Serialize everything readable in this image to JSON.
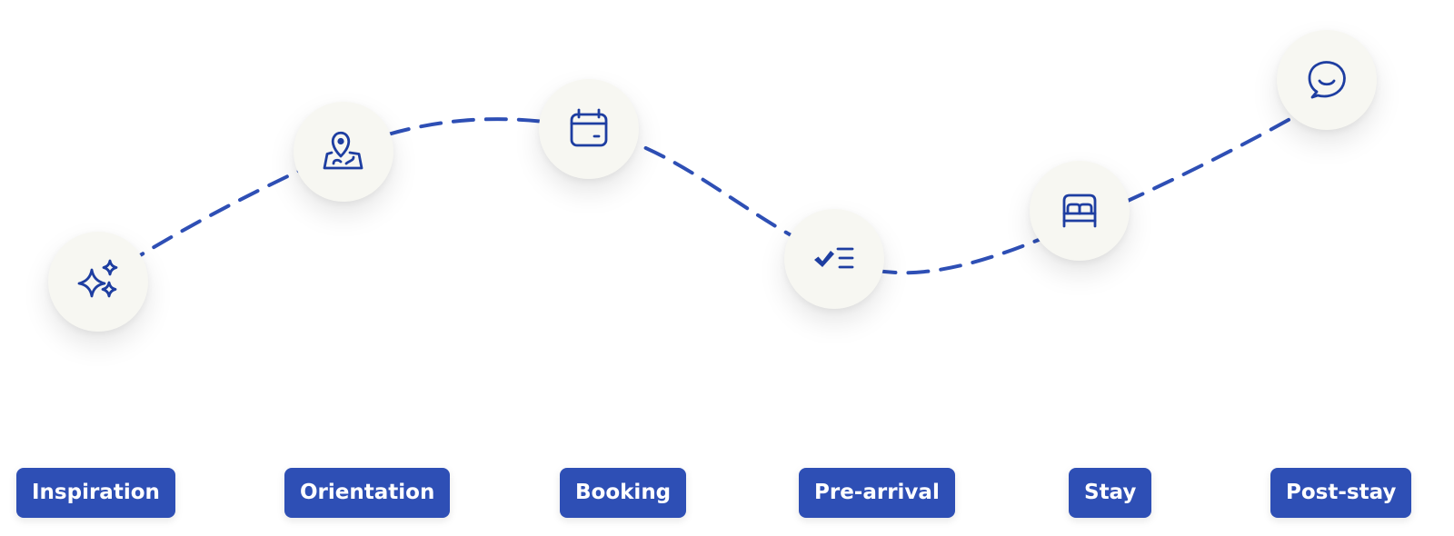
{
  "colors": {
    "accent": "#2e4fb5",
    "icon": "#1e3ea1",
    "node_fill": "#f7f7f2",
    "label_text": "#ffffff"
  },
  "stages": [
    {
      "label": "Inspiration",
      "icon": "sparkles-icon"
    },
    {
      "label": "Orientation",
      "icon": "map-pin-icon"
    },
    {
      "label": "Booking",
      "icon": "calendar-icon"
    },
    {
      "label": "Pre-arrival",
      "icon": "checklist-icon"
    },
    {
      "label": "Stay",
      "icon": "bed-icon"
    },
    {
      "label": "Post-stay",
      "icon": "chat-bubble-icon"
    }
  ]
}
